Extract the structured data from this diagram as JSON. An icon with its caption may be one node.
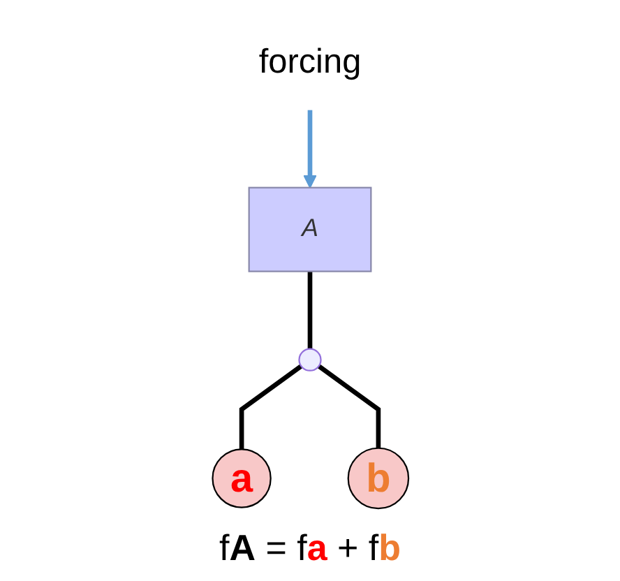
{
  "diagram": {
    "nodes": [
      {
        "text": [
          "forcing"
        ]
      },
      {
        "text": [
          "A"
        ]
      },
      {
        "text": [],
        "shape": "circle"
      },
      {
        "text": [
          "a"
        ]
      },
      {
        "text": [
          "b"
        ]
      }
    ],
    "edges": [
      {
        "from": 0,
        "to": 1,
        "arrow": "to",
        "color": "#5b9bd5"
      },
      {
        "from": 1,
        "to": 2,
        "arrow": "none"
      },
      {
        "from": 2,
        "to": 3,
        "arrow": "none"
      },
      {
        "from": 2,
        "to": 4,
        "arrow": "none"
      }
    ],
    "labels": [
      "f**A** = f**a** + f**b**"
    ]
  }
}
